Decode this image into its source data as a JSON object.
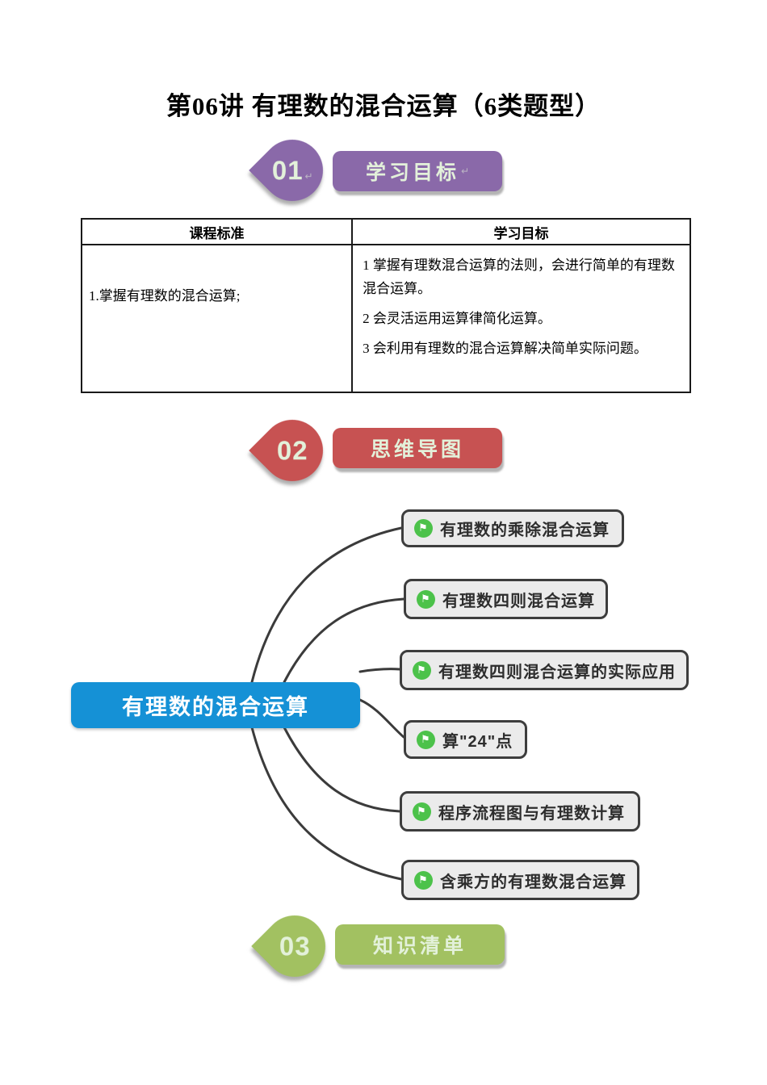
{
  "page": {
    "title": "第06讲 有理数的混合运算（6类题型）",
    "enter_mark": "↵"
  },
  "sections": [
    {
      "number": "01",
      "label": "学习目标",
      "color": "#8a69a9"
    },
    {
      "number": "02",
      "label": "思维导图",
      "color": "#c75252"
    },
    {
      "number": "03",
      "label": "知识清单",
      "color": "#a2c161"
    }
  ],
  "table": {
    "headers": [
      "课程标准",
      "学习目标"
    ],
    "rows": [
      {
        "standard": "1.掌握有理数的混合运算;",
        "goals": [
          "1 掌握有理数混合运算的法则，会进行简单的有理数混合运算。",
          "2 会灵活运用运算律简化运算。",
          "3 会利用有理数的混合运算解决简单实际问题。"
        ]
      }
    ]
  },
  "mindmap": {
    "root": "有理数的混合运算",
    "root_color": "#1591d6",
    "icon_name": "flag-icon",
    "icon_glyph": "⚑",
    "icon_color": "#4cc24a",
    "branches": [
      "有理数的乘除混合运算",
      "有理数四则混合运算",
      "有理数四则混合运算的实际应用",
      "算\"24\"点",
      "程序流程图与有理数计算",
      "含乘方的有理数混合运算"
    ]
  },
  "colors": {
    "badge_text": "#e3f1da",
    "branch_fill": "#ebebeb",
    "branch_border": "#3d3d3d",
    "connector": "#3b3b3b"
  }
}
